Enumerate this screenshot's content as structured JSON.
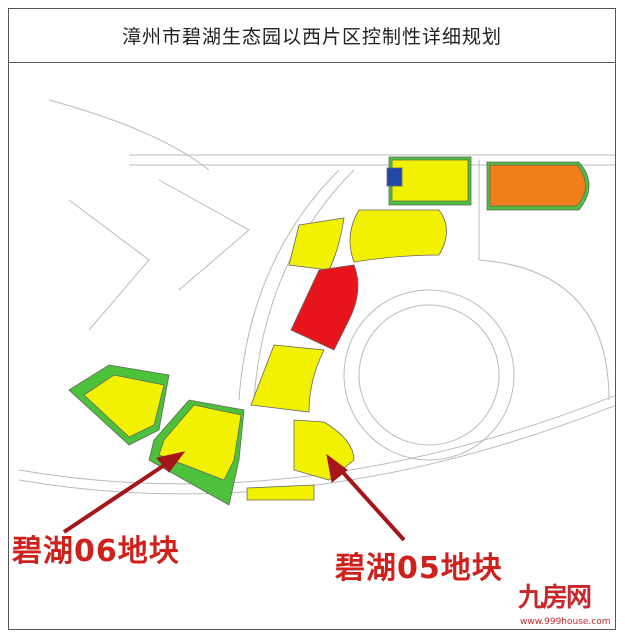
{
  "title": "漳州市碧湖生态园以西片区控制性详细规划",
  "annotations": [
    {
      "label": "碧湖06地块"
    },
    {
      "label": "碧湖05地块"
    }
  ],
  "watermark": {
    "logo": "九房网",
    "url": "www.999house.com"
  },
  "colors": {
    "residential": "#f2f200",
    "commercial": "#f07f1a",
    "highlight": "#e8141c",
    "green": "#4cc23a",
    "arrow": "#a4161a",
    "label": "#d0201c"
  }
}
